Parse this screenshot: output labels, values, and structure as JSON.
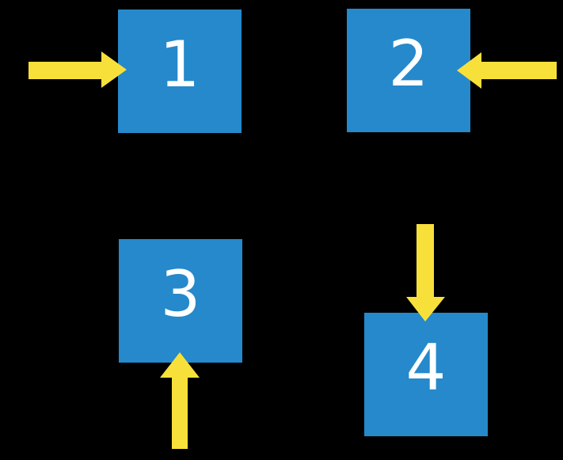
{
  "colors": {
    "background": "#000000",
    "square": "#2589CB",
    "arrow": "#F8E03A",
    "text": "#FFFFFF"
  },
  "squares": [
    {
      "label": "1",
      "arrow_points": "right",
      "arrow_enters_from": "left"
    },
    {
      "label": "2",
      "arrow_points": "left",
      "arrow_enters_from": "right"
    },
    {
      "label": "3",
      "arrow_points": "up",
      "arrow_enters_from": "below"
    },
    {
      "label": "4",
      "arrow_points": "down",
      "arrow_enters_from": "above"
    }
  ]
}
